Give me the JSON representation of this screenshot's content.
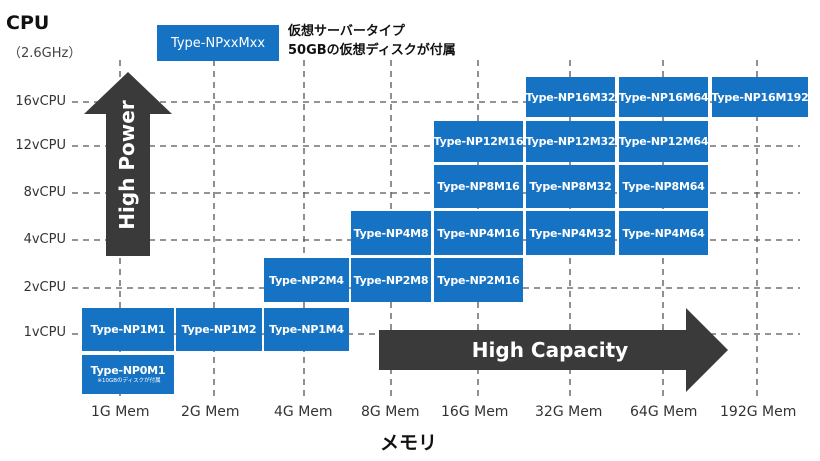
{
  "y_axis": {
    "title": "CPU",
    "subtitle": "（2.6GHz）",
    "ticks": [
      "1vCPU",
      "2vCPU",
      "4vCPU",
      "8vCPU",
      "12vCPU",
      "16vCPU"
    ]
  },
  "x_axis": {
    "title": "メモリ",
    "ticks": [
      "1G Mem",
      "2G Mem",
      "4G Mem",
      "8G Mem",
      "16G Mem",
      "32G Mem",
      "64G Mem",
      "192G Mem"
    ]
  },
  "legend": {
    "sample_label": "Type-NPxxMxx",
    "description_line1": "仮想サーバータイプ",
    "description_line2": "50GBの仮想ディスクが付属"
  },
  "arrows": {
    "vertical_label": "High Power",
    "horizontal_label": "High Capacity",
    "color": "#3a3a3a"
  },
  "types": {
    "np0m1": "Type-NP0M1",
    "np0m1_note": "※10GBのディスクが付属",
    "np1m1": "Type-NP1M1",
    "np1m2": "Type-NP1M2",
    "np1m4": "Type-NP1M4",
    "np2m4": "Type-NP2M4",
    "np2m8": "Type-NP2M8",
    "np2m16": "Type-NP2M16",
    "np4m8": "Type-NP4M8",
    "np4m16": "Type-NP4M16",
    "np4m32": "Type-NP4M32",
    "np4m64": "Type-NP4M64",
    "np8m16": "Type-NP8M16",
    "np8m32": "Type-NP8M32",
    "np8m64": "Type-NP8M64",
    "np12m16": "Type-NP12M16",
    "np12m32": "Type-NP12M32",
    "np12m64": "Type-NP12M64",
    "np16m32": "Type-NP16M32",
    "np16m64": "Type-NP16M64",
    "np16m192": "Type-NP16M192"
  },
  "colors": {
    "box": "#1673c4",
    "grid": "#555555"
  }
}
